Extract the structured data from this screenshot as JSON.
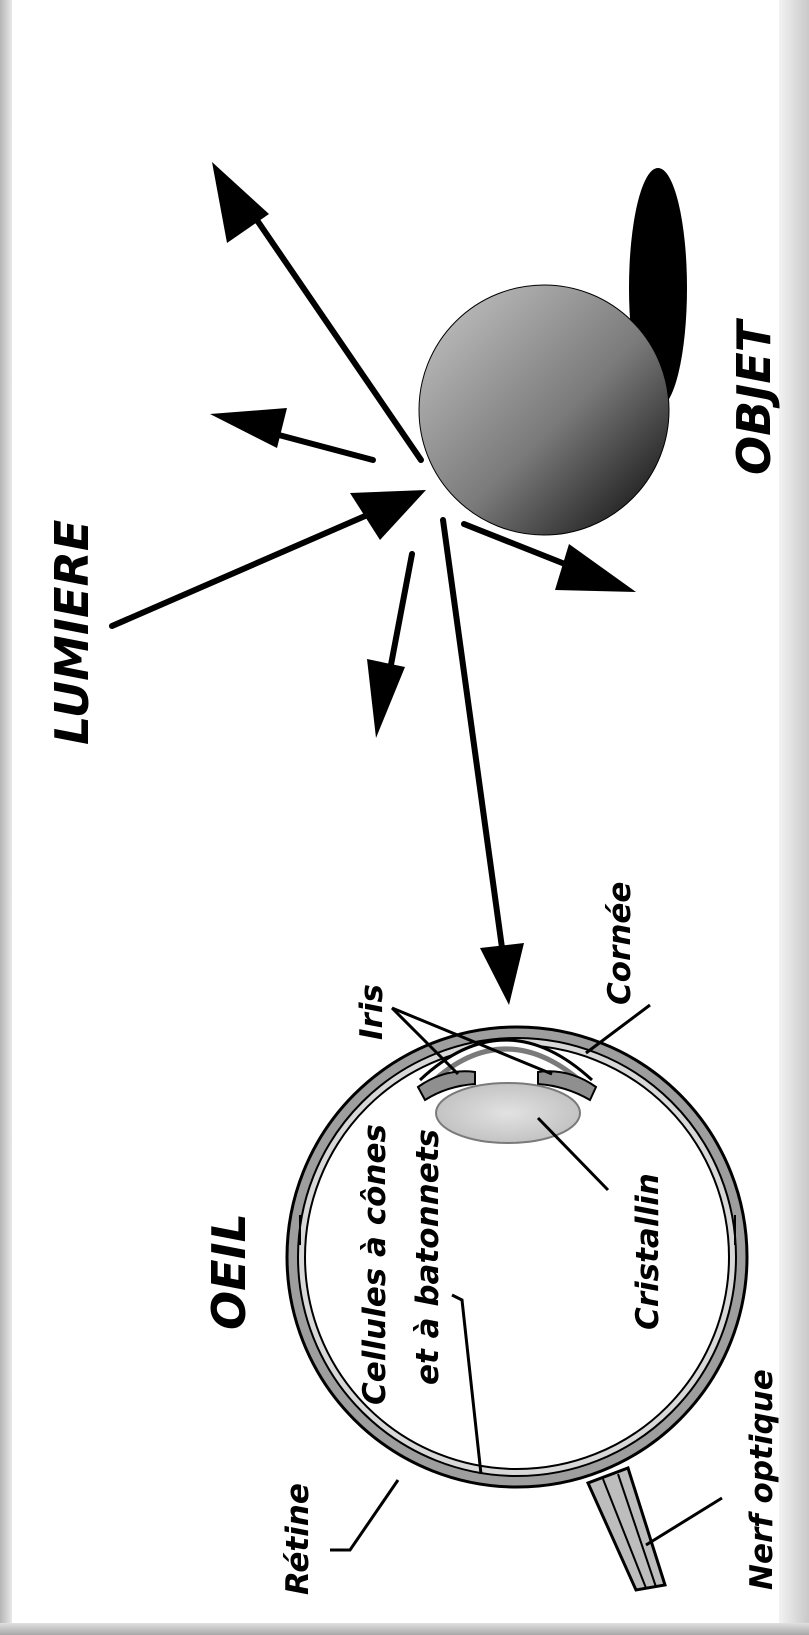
{
  "labels": {
    "lumiere": "LUMIERE",
    "objet": "OBJET",
    "oeil": "OEIL",
    "iris": "Iris",
    "cornee": "Cornée",
    "cristallin": "Cristallin",
    "cellules_line1": "Cellules à cônes",
    "cellules_line2": "et à batonnets",
    "retine": "Rétine",
    "nerf_optique": "Nerf optique"
  }
}
